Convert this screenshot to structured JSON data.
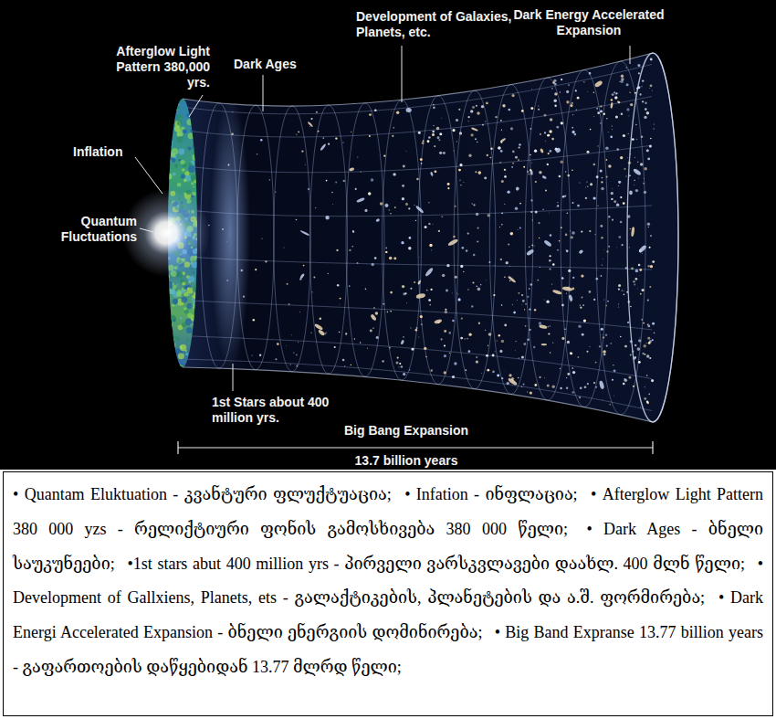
{
  "diagram": {
    "nodes": [
      {
        "text": [
          "• Quantam Eluktuation - კვანტური ფლუქტუაცია;",
          "• Infation - ინფლაცია;",
          "• Afterglow Light Pattern 380 000 yzs - რელიქტიური ფონის გამოსხივება 380 000 წელი;",
          "• Dark Ages - ბნელი საუკუნეები;",
          "•1st stars abut 400 million yrs - პირველი ვარსკვლავები დაახლ. 400 მლნ წელი;",
          "• Development of Gallxiens, Planets, ets - გალაქტიკების, პლანეტების და ა.შ. ფორმირება;",
          "• Dark Energi Accelerated Expansion - ბნელი ენერგიის დომინირება;",
          "• Big Band Expranse 13.77 billion years - გაფართოების დაწყებიდან 13.77 მლრდ წელი;"
        ]
      }
    ],
    "labels": [
      "Dark Energy Accelerated Expansion",
      "Afterglow Light Pattern 380,000 yrs.",
      "Dark Ages",
      "Development of Galaxies, Planets, etc.",
      "Inflation",
      "Quantum Fluctuations",
      "1st Stars about 400 million yrs.",
      "Big Bang Expansion",
      "13.7 billion years"
    ]
  }
}
